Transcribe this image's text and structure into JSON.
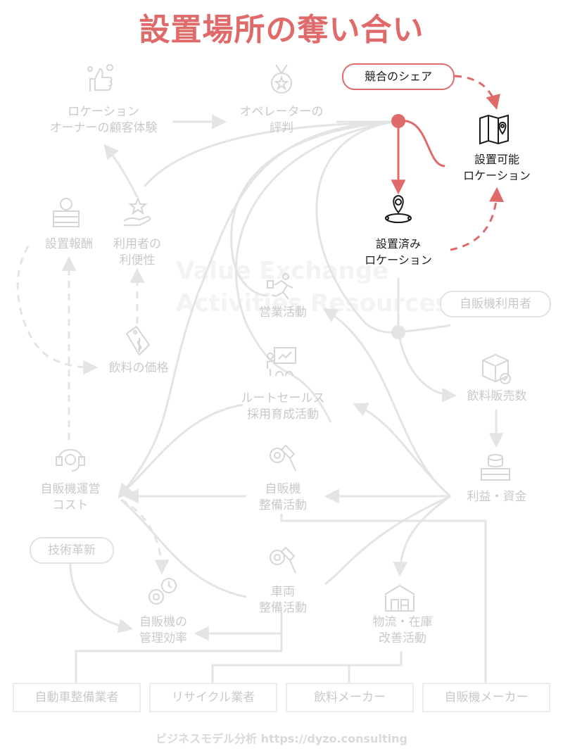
{
  "title": "設置場所の奪い合い",
  "footer": "ビジネスモデル分析 https://dyzo.consulting",
  "watermark": {
    "line1": "Value Exchange",
    "line2": "Activities Resources"
  },
  "nodes": {
    "owner_experience": {
      "line1": "ロケーション",
      "line2": "オーナーの顧客体験"
    },
    "operator_reputation": {
      "line1": "オペレーターの",
      "line2": "評判"
    },
    "installable_location": {
      "line1": "設置可能",
      "line2": "ロケーション"
    },
    "installed_location": {
      "line1": "設置済み",
      "line2": "ロケーション"
    },
    "installation_fee": {
      "line1": "設置報酬"
    },
    "user_convenience": {
      "line1": "利用者の",
      "line2": "利便性"
    },
    "sales_activity": {
      "line1": "営業活動"
    },
    "drink_price": {
      "line1": "飲料の価格"
    },
    "route_sales": {
      "line1": "ルートセールス",
      "line2": "採用育成活動"
    },
    "drink_sales": {
      "line1": "飲料販売数"
    },
    "profit": {
      "line1": "利益・資金"
    },
    "operating_cost": {
      "line1": "自販機運営",
      "line2": "コスト"
    },
    "vm_maintenance": {
      "line1": "自販機",
      "line2": "整備活動"
    },
    "vehicle_maintenance": {
      "line1": "車両",
      "line2": "整備活動"
    },
    "management_efficiency": {
      "line1": "自販機の",
      "line2": "管理効率"
    },
    "logistics": {
      "line1": "物流・在庫",
      "line2": "改善活動"
    }
  },
  "pills": {
    "competitive_share": "競合のシェア",
    "vm_users": "自販機利用者",
    "tech_innovation": "技術革新"
  },
  "partners": [
    "自動車整備業者",
    "リサイクル業者",
    "飲料メーカー",
    "自販機メーカー"
  ],
  "colors": {
    "accent": "#e06a6a",
    "inactive": "#e4e4e4",
    "text_inactive": "#c9c9c9",
    "text_active": "#1a1a1a"
  }
}
